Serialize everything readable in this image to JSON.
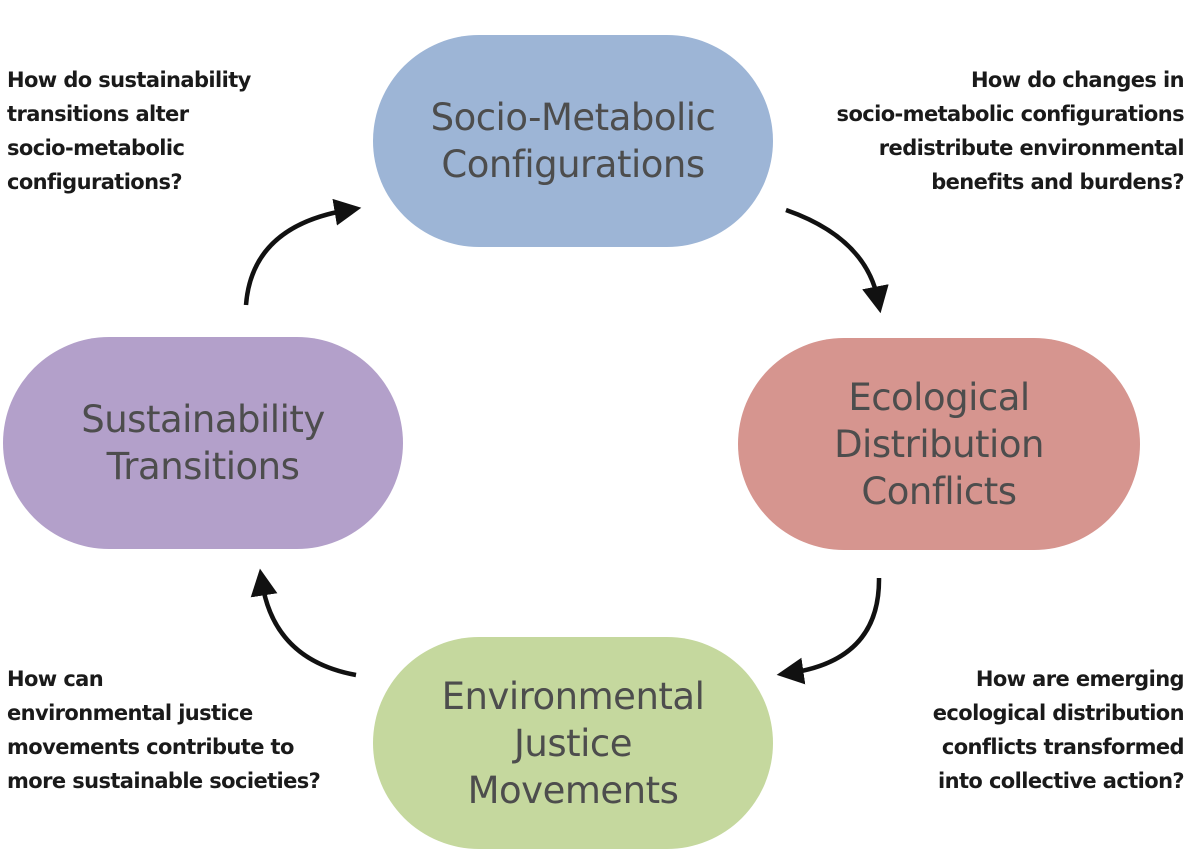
{
  "nodes": {
    "top": {
      "lines": [
        "Socio-Metabolic",
        "Configurations"
      ],
      "color": "#9db5d6"
    },
    "right": {
      "lines": [
        "Ecological",
        "Distribution",
        "Conflicts"
      ],
      "color": "#d6958f"
    },
    "bottom": {
      "lines": [
        "Environmental",
        "Justice",
        "Movements"
      ],
      "color": "#c5d89e"
    },
    "left": {
      "lines": [
        "Sustainability",
        "Transitions"
      ],
      "color": "#b3a0ca"
    }
  },
  "questions": {
    "top_left": {
      "lines": [
        "How do sustainability",
        "transitions alter",
        "socio-metabolic",
        "configurations?"
      ]
    },
    "top_right": {
      "lines": [
        "How do changes in",
        "socio-metabolic configurations",
        "redistribute environmental",
        "benefits and burdens?"
      ]
    },
    "bottom_left": {
      "lines": [
        "How can",
        "environmental justice",
        "movements contribute to",
        "more sustainable societies?"
      ]
    },
    "bottom_right": {
      "lines": [
        "How are emerging",
        "ecological distribution",
        "conflicts transformed",
        "into collective action?"
      ]
    }
  },
  "arrow_color": "#111111"
}
